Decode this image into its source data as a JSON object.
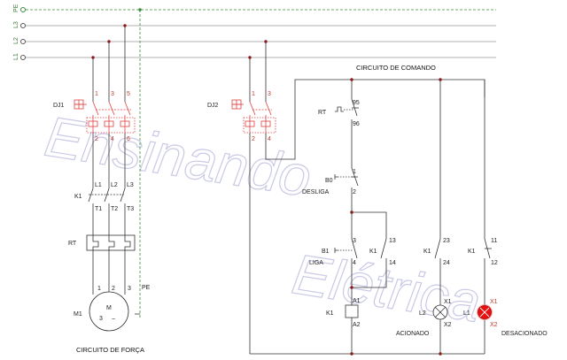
{
  "bus": {
    "pe": "PE",
    "l1": "L1",
    "l2": "L2",
    "l3": "L3"
  },
  "watermark": {
    "line1": "Ensinando",
    "line2": "Elétrica"
  },
  "power": {
    "title": "CIRCUITO DE FORÇA",
    "breaker": {
      "name": "DJ1",
      "top": [
        "1",
        "3",
        "5"
      ],
      "bottom": [
        "2",
        "4",
        "6"
      ]
    },
    "contactor": {
      "name": "K1",
      "lines": [
        "L1",
        "L2",
        "L3"
      ],
      "terminals": [
        "T1",
        "T2",
        "T3"
      ]
    },
    "overload": {
      "name": "RT"
    },
    "motor": {
      "name": "M1",
      "letter": "M",
      "phases": "3",
      "tilde": "~",
      "terminals": [
        "1",
        "2",
        "3"
      ],
      "pe": "PE"
    }
  },
  "command": {
    "title": "CIRCUITO DE COMANDO",
    "breaker": {
      "name": "DJ2",
      "top": [
        "1",
        "3"
      ],
      "bottom": [
        "2",
        "4"
      ]
    },
    "rt": {
      "name": "RT",
      "t1": "95",
      "t2": "96"
    },
    "b0": {
      "name": "B0",
      "caption": "DESLIGA",
      "t1": "1",
      "t2": "2"
    },
    "b1": {
      "name": "B1",
      "caption": "LIGA",
      "t1": "3",
      "t2": "4"
    },
    "k1_hold": {
      "name": "K1",
      "t1": "13",
      "t2": "14"
    },
    "k1_coil": {
      "name": "K1",
      "t1": "A1",
      "t2": "A2"
    },
    "k1_no": {
      "name": "K1",
      "t1": "23",
      "t2": "24"
    },
    "k1_nc": {
      "name": "K1",
      "t1": "11",
      "t2": "12"
    },
    "l2": {
      "name": "L2",
      "t1": "X1",
      "t2": "X2",
      "caption": "ACIONADO"
    },
    "l1": {
      "name": "L1",
      "t1": "X1",
      "t2": "X2",
      "caption": "DESACIONADO"
    }
  },
  "colors": {
    "wire": "#333333",
    "breaker": "#e04040",
    "bus": "#999999",
    "pe_bus": "#3a8a3a",
    "lamp_on": "#e81010",
    "node": "#8b1a1a"
  }
}
